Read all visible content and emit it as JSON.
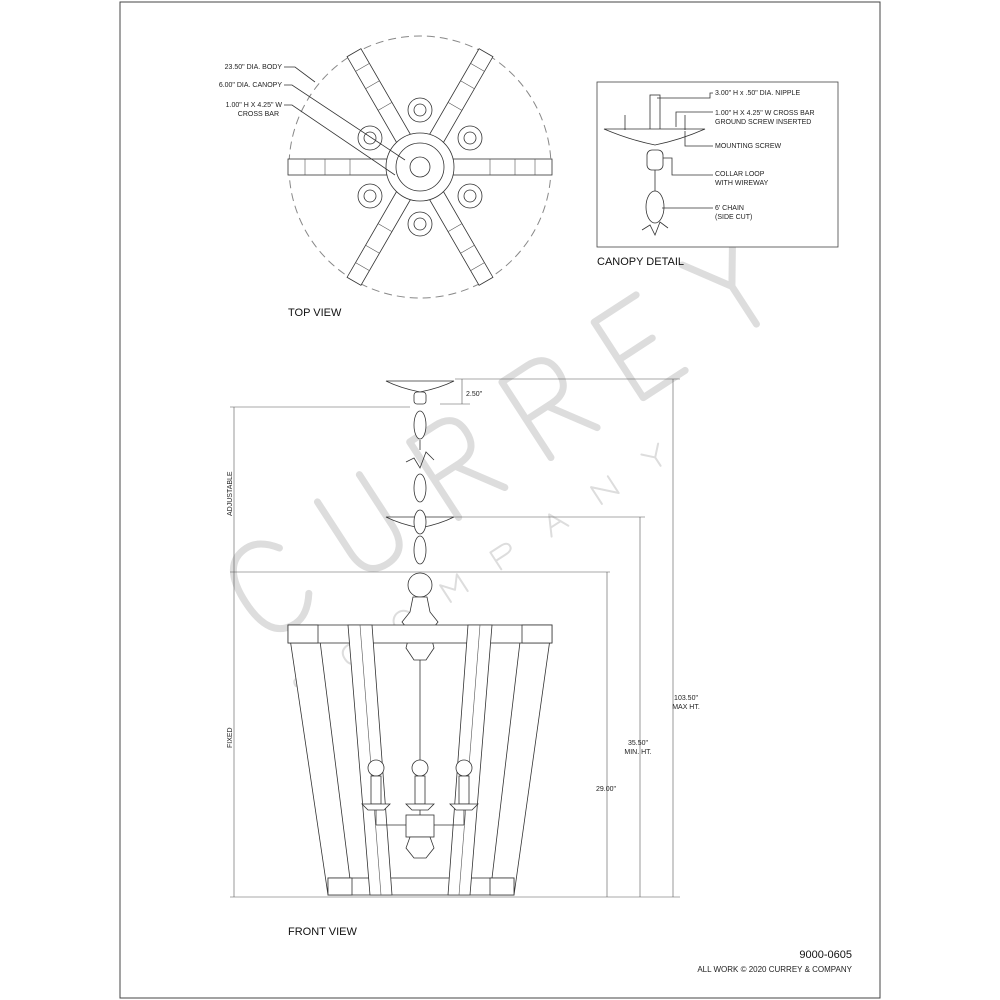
{
  "top_view": {
    "title": "TOP VIEW",
    "callouts": [
      "23.50\" DIA. BODY",
      "6.00\" DIA. CANOPY",
      "1.00\" H X 4.25\" W",
      "CROSS BAR"
    ]
  },
  "canopy_detail": {
    "title": "CANOPY DETAIL",
    "callouts": [
      "3.00\" H x .50\" DIA. NIPPLE",
      "1.00\" H X 4.25\" W CROSS BAR",
      "GROUND SCREW INSERTED",
      "MOUNTING SCREW",
      "COLLAR LOOP",
      "WITH WIREWAY",
      "6' CHAIN",
      "(SIDE CUT)"
    ]
  },
  "front_view": {
    "title": "FRONT VIEW",
    "dims": {
      "canopy_height": "2.50\"",
      "adjustable": "ADJUSTABLE",
      "fixed": "FIXED",
      "max_ht_value": "103.50\"",
      "max_ht_label": "MAX HT.",
      "min_ht_value": "35.50\"",
      "min_ht_label": "MIN. HT.",
      "body_height": "29.00\""
    }
  },
  "watermark": {
    "brand": "CURREY",
    "sub": "& COMPANY"
  },
  "footer": {
    "model": "9000-0605",
    "copyright": "ALL WORK © 2020 CURREY & COMPANY"
  }
}
